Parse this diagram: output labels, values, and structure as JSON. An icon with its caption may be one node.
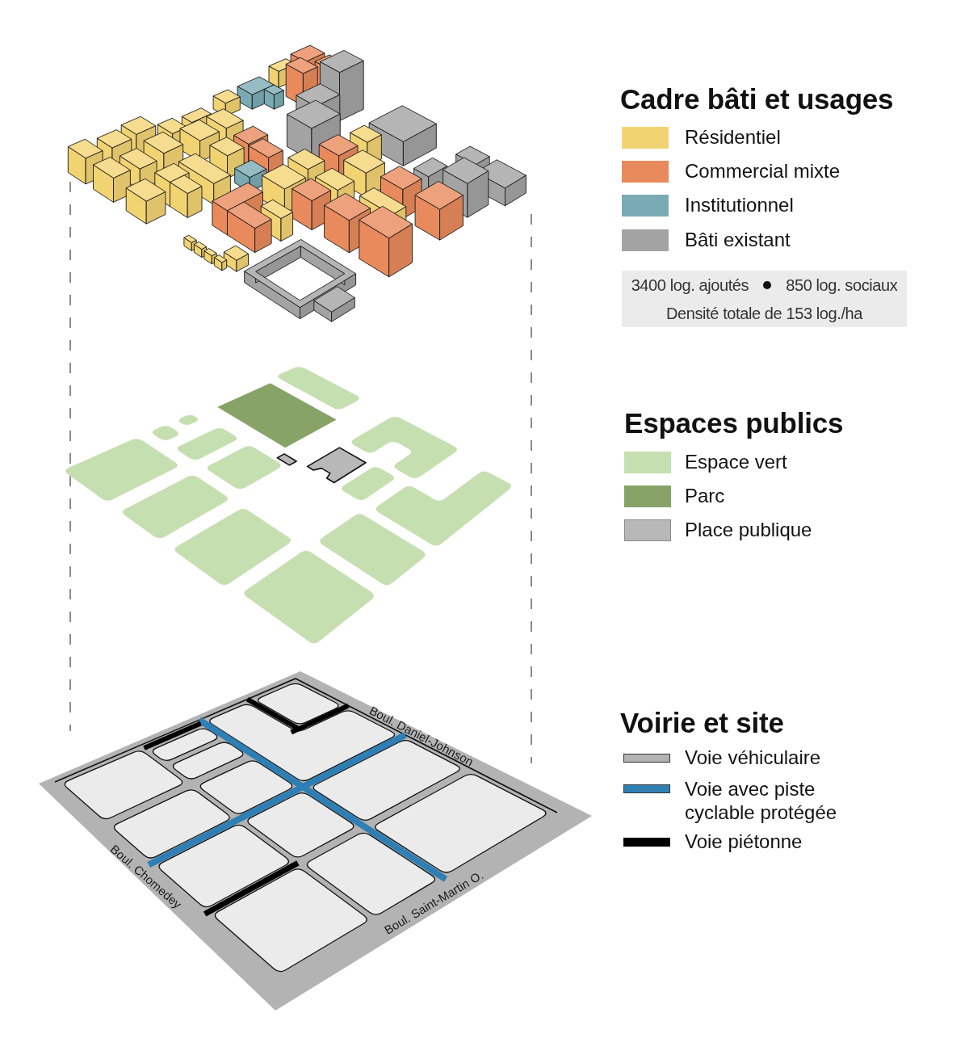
{
  "diagram": {
    "labels": [
      "Cadre bâti et usages",
      "3400 log. ajoutés",
      "850 log. sociaux",
      "Densité totale de 153 log./ha",
      "Espaces publics",
      "Voirie et site",
      "Boul. Daniel-Johnson",
      "Boul. Chomedey",
      "Boul. Saint-Martin O."
    ],
    "legend": [
      {
        "text": "Résidentiel",
        "color": "#f2d372"
      },
      {
        "text": "Commercial mixte",
        "color": "#e98a5c"
      },
      {
        "text": "Institutionnel",
        "color": "#7aabb4"
      },
      {
        "text": "Bâti existant",
        "color": "#a3a3a3"
      },
      {
        "text": "Espace vert",
        "color": "#c5dfb0"
      },
      {
        "text": "Parc",
        "color": "#88a368"
      },
      {
        "text": "Place publique",
        "color": "#b8b8b8"
      },
      {
        "text": "Voie véhiculaire",
        "color": "#b3b3b3"
      },
      {
        "text": "Voie avec piste cyclable protégée",
        "color": "#2f7fb5"
      },
      {
        "text": "Voie piétonne",
        "color": "#000000"
      }
    ]
  }
}
